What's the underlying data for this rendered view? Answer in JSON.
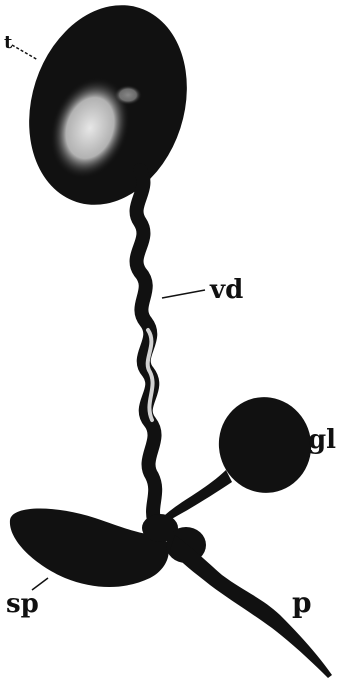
{
  "colors": {
    "background": "#ffffff",
    "ink": "#111111",
    "highlight": "#f4f4f4"
  },
  "labels": {
    "testis": "t",
    "vas_deferens": "vd",
    "gland": "gl",
    "spermatheca": "sp",
    "penis": "p"
  }
}
